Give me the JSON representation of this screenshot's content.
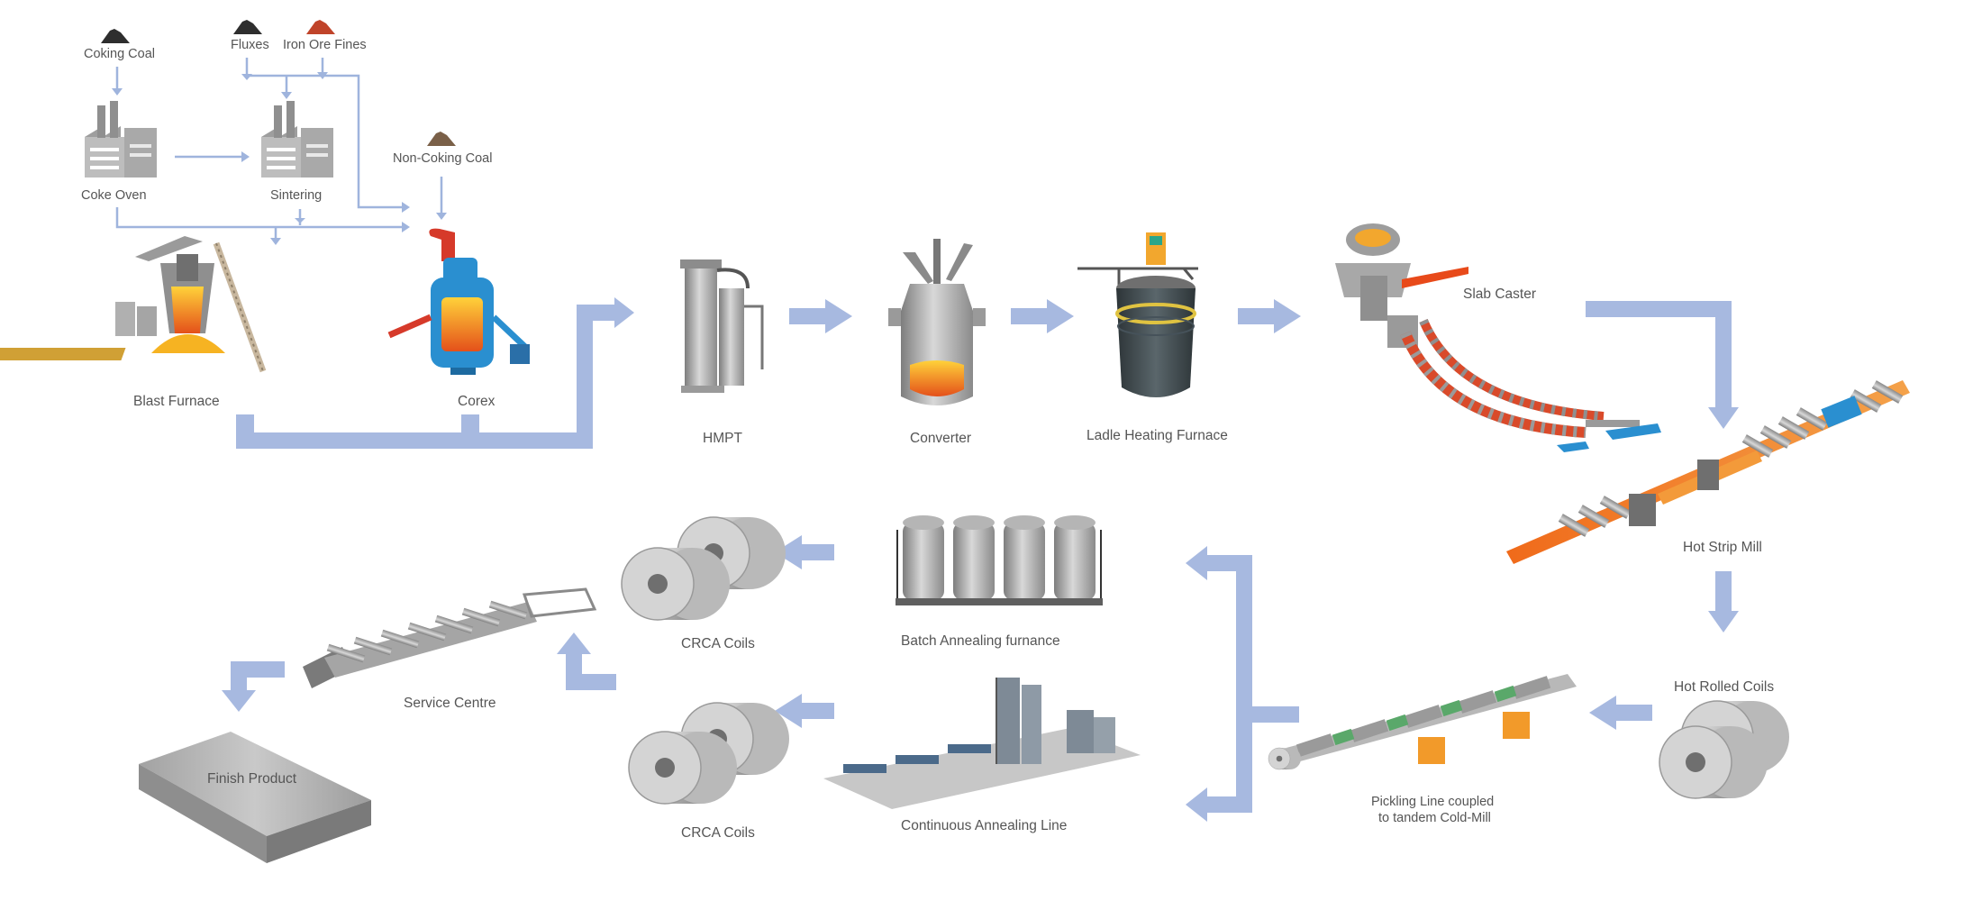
{
  "labels": {
    "coking_coal": "Coking Coal",
    "fluxes": "Fluxes",
    "iron_ore_fines": "Iron Ore Fines",
    "non_coking_coal": "Non-Coking Coal",
    "coke_oven": "Coke Oven",
    "sintering": "Sintering",
    "blast_furnace": "Blast Furnace",
    "corex": "Corex",
    "hmpt": "HMPT",
    "converter": "Converter",
    "ladle_heating_furnace": "Ladle Heating Furnace",
    "slab_caster": "Slab Caster",
    "hot_strip_mill": "Hot Strip Mill",
    "hot_rolled_coils": "Hot Rolled Coils",
    "pickling_line_1": "Pickling Line coupled",
    "pickling_line_2": "to tandem Cold-Mill",
    "batch_annealing": "Batch Annealing furnance",
    "continuous_annealing": "Continuous Annealing Line",
    "crca_coils_top": "CRCA  Coils",
    "crca_coils_bottom": "CRCA  Coils",
    "service_centre": "Service Centre",
    "finish_product": "Finish Product"
  },
  "colors": {
    "flow_arrow": "#a7b9e0",
    "thin_arrow": "#9fb4dd",
    "label_text": "#555555",
    "equipment_grey": "#9a9a9a",
    "molten_orange": "#f07a1e",
    "coking_coal_pile": "#2e2e2e",
    "iron_ore_pile": "#c0442a",
    "non_coking_coal_pile": "#7a6048",
    "corex_blue": "#2a8fd0",
    "corex_red": "#d63a2a"
  },
  "icons": [
    "coal-pile-icon",
    "factory-icon",
    "blast-furnace-icon",
    "corex-icon",
    "hmpt-icon",
    "converter-icon",
    "ladle-furnace-icon",
    "slab-caster-icon",
    "rolling-mill-icon",
    "coil-icon",
    "annealing-furnace-icon",
    "annealing-line-icon",
    "service-centre-icon",
    "steel-plate-icon"
  ]
}
